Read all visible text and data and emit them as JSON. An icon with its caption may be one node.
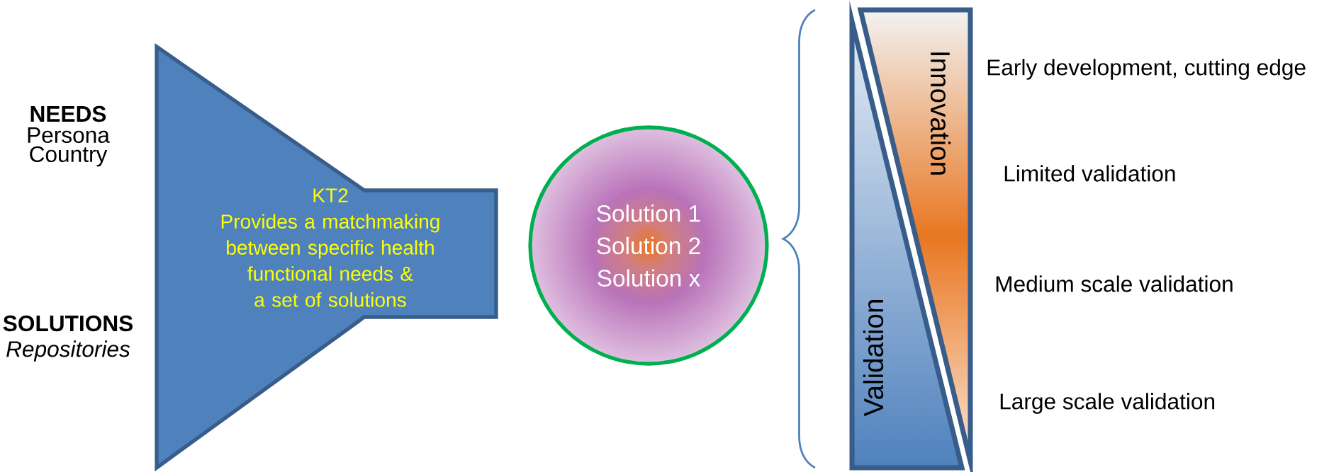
{
  "diagram": {
    "nodes": [
      {
        "text": [
          "KT2",
          "Provides a matchmaking between specific health functional needs & a set of solutions"
        ]
      },
      {
        "text": [
          "Solution 1",
          "Solution 2",
          "Solution x"
        ]
      },
      {
        "text": [
          "Innovation"
        ]
      },
      {
        "text": [
          "Validation"
        ]
      }
    ],
    "labels": [
      "NEEDS",
      "Persona",
      "Country",
      "SOLUTIONS",
      "Repositories",
      "Early development, cutting edge",
      "Limited validation",
      "Medium scale validation",
      "Large scale validation"
    ]
  }
}
